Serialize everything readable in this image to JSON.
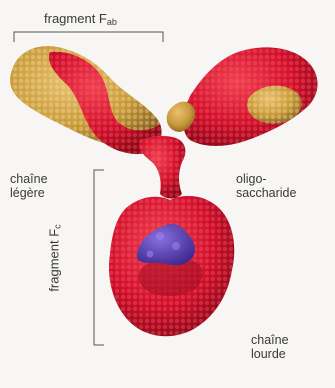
{
  "labels": {
    "fab": {
      "text": "fragment F",
      "sub": "ab"
    },
    "fc": {
      "text": "fragment F",
      "sub": "c"
    },
    "light_chain": {
      "line1": "chaîne",
      "line2": "légère"
    },
    "oligosaccharide": {
      "line1": "oligo-",
      "line2": "saccharide"
    },
    "heavy_chain": {
      "line1": "chaîne",
      "line2": "lourde"
    }
  },
  "colors": {
    "heavy_chain": "#d0102c",
    "light_chain": "#c89a3a",
    "oligosaccharide": "#5a3aa8",
    "label_text": "#3a3a3a",
    "bracket": "#555555",
    "background": "#f7f6f4"
  }
}
